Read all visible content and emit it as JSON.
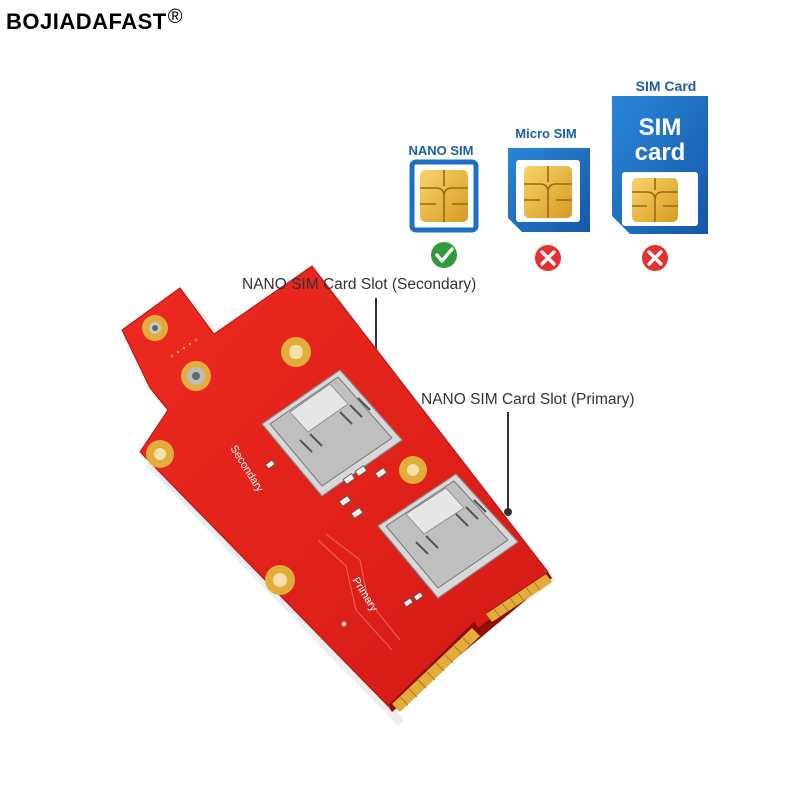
{
  "brand": {
    "name": "BOJIADAFAST",
    "mark": "®"
  },
  "sim_types": [
    {
      "label": "NANO SIM",
      "status": "supported",
      "icon": "check-icon"
    },
    {
      "label": "Micro SIM",
      "status": "unsupported",
      "icon": "cross-icon"
    },
    {
      "label": "SIM Card",
      "card_text_1": "SIM",
      "card_text_2": "card",
      "status": "unsupported",
      "icon": "cross-icon"
    }
  ],
  "callouts": {
    "secondary": "NANO SIM Card Slot (Secondary)",
    "primary": "NANO SIM Card Slot (Primary)"
  },
  "board": {
    "silk_secondary": "Secondary",
    "silk_primary": "Primary",
    "colors": {
      "pcb": "#e8241c",
      "gold": "#e3ad3c",
      "sim_blue": "#1d6fc4",
      "check": "#2f9a3a",
      "cross": "#e53030"
    }
  }
}
